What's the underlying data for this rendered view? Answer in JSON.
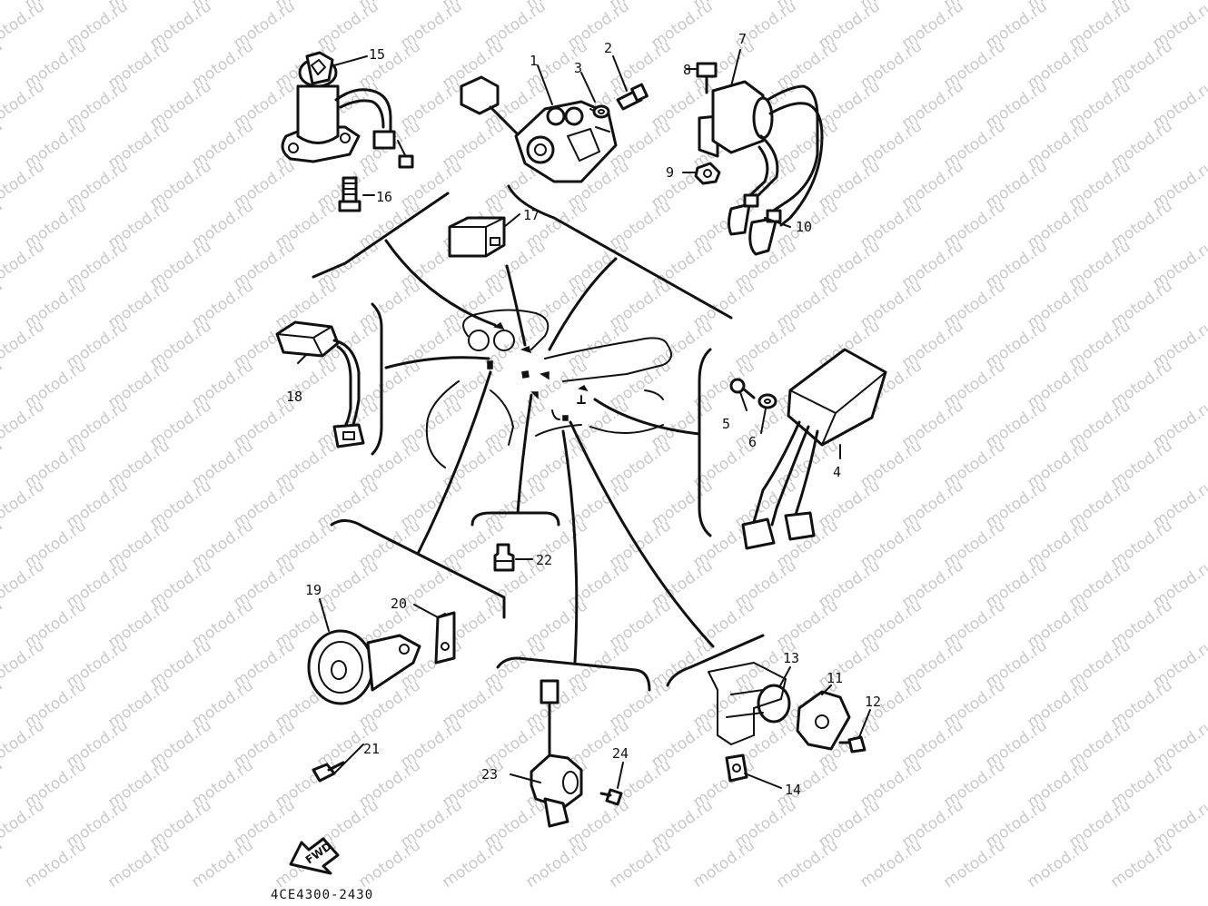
{
  "diagram": {
    "part_numbers": [
      "1",
      "2",
      "3",
      "4",
      "5",
      "6",
      "7",
      "8",
      "9",
      "10",
      "11",
      "12",
      "13",
      "14",
      "15",
      "16",
      "17",
      "18",
      "19",
      "20",
      "21",
      "22",
      "23",
      "24"
    ],
    "drawing_code": "4CE4300-2430",
    "fwd_label": "FWD",
    "watermark": "motod.ru"
  }
}
